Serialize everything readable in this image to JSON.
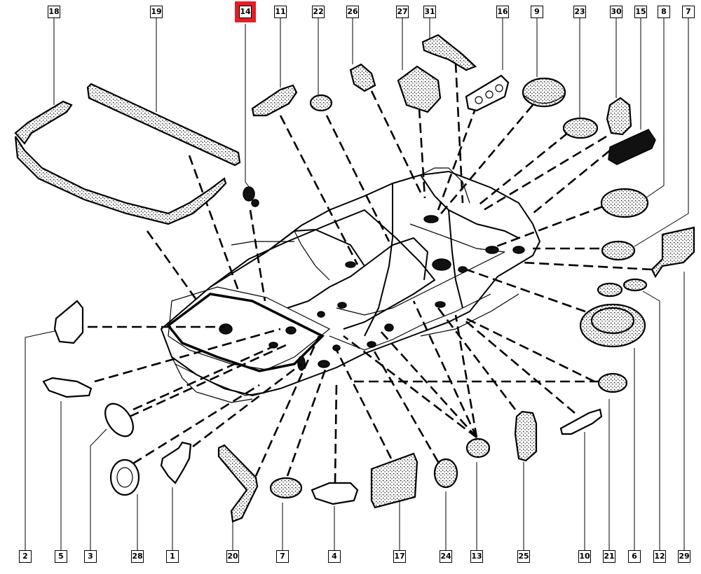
{
  "diagram": {
    "title": "Body plugs and insulation parts diagram",
    "highlight_color": "#e31e24",
    "highlighted_part": "14",
    "top_callouts": [
      "18",
      "19",
      "14",
      "11",
      "22",
      "26",
      "27",
      "31",
      "16",
      "9",
      "23",
      "30",
      "15",
      "8",
      "7"
    ],
    "bottom_callouts": [
      "2",
      "5",
      "3",
      "28",
      "1",
      "20",
      "7",
      "4",
      "17",
      "24",
      "13",
      "25",
      "10",
      "21",
      "6",
      "12",
      "29"
    ]
  }
}
